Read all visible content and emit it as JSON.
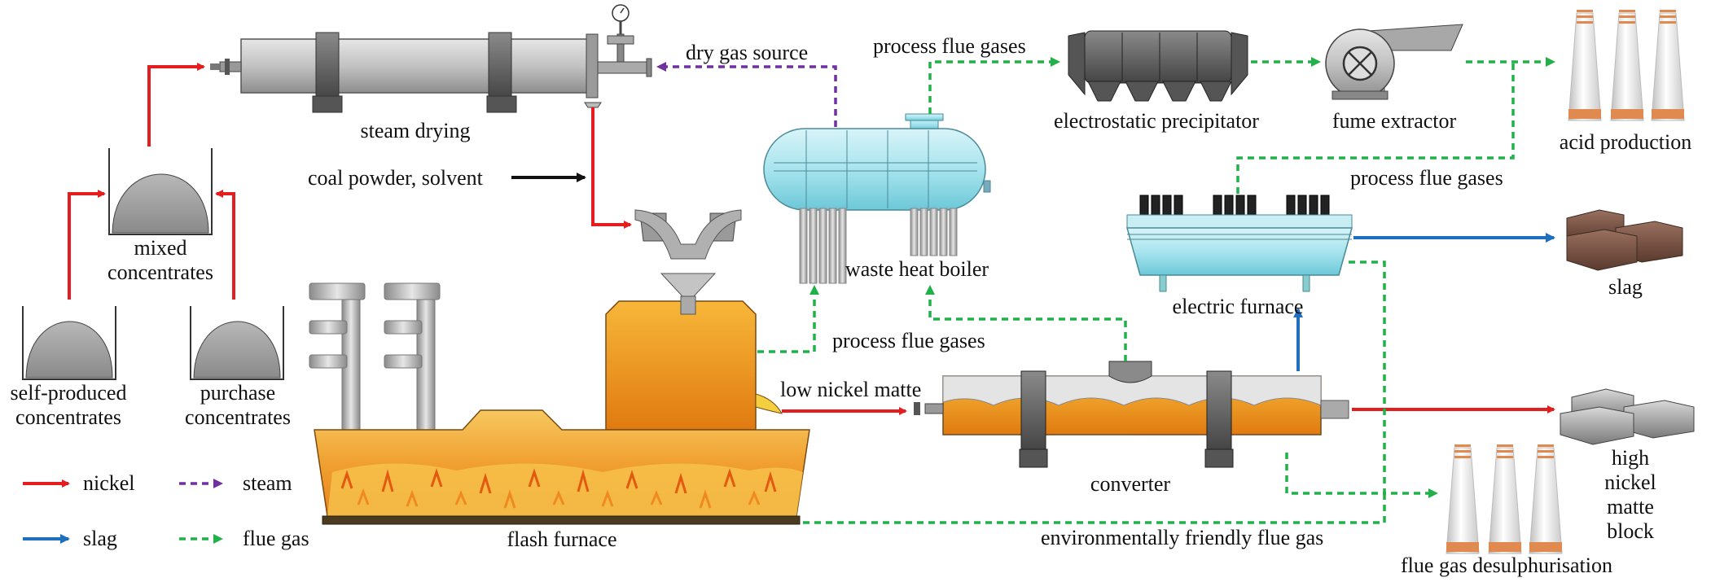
{
  "labels": {
    "steam_drying": "steam drying",
    "dry_gas_source": "dry gas source",
    "process_flue_gases_top": "process flue gases",
    "electrostatic_precipitator": "electrostatic precipitator",
    "fume_extractor": "fume extractor",
    "acid_production": "acid production",
    "process_flue_gases_right": "process flue gases",
    "coal_powder_solvent": "coal powder, solvent",
    "mixed_concentrates": "mixed\nconcentrates",
    "waste_heat_boiler": "waste heat boiler",
    "electric_furnace": "electric furnace",
    "slag": "slag",
    "process_flue_gases_mid": "process flue gases",
    "low_nickel_matte": "low nickel matte",
    "self_produced_concentrates": "self-produced\nconcentrates",
    "purchase_concentrates": "purchase\nconcentrates",
    "high_nickel_matte_block": "high nickel\nmatte block",
    "converter": "converter",
    "flash_furnace": "flash furnace",
    "environmentally_friendly_flue_gas": "environmentally friendly flue gas",
    "flue_gas_desulphurisation": "flue gas desulphurisation"
  },
  "legend": [
    {
      "label": "nickel",
      "color": "#e41e1e",
      "style": "solid"
    },
    {
      "label": "steam",
      "color": "#7030a0",
      "style": "dashed"
    },
    {
      "label": "slag",
      "color": "#1f6fbf",
      "style": "solid"
    },
    {
      "label": "flue gas",
      "color": "#22b04b",
      "style": "dashed"
    }
  ],
  "colors": {
    "nickel": "#e41e1e",
    "steam": "#7030a0",
    "slag": "#1f6fbf",
    "flue_gas": "#22b04b",
    "feed": "#111111",
    "furnace_orange": "#f0a020",
    "boiler_cyan": "#a8e4ee",
    "equipment_gray": "#b0b0b0"
  }
}
